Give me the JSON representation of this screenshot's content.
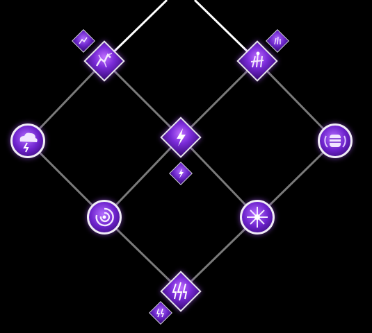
{
  "skill_tree": {
    "accent_color": "#8a3cf0",
    "link_color_active": "#ffffff",
    "link_color_inactive": "#777777",
    "nodes": [
      {
        "id": "storm-rift",
        "shape": "diamond",
        "icon": "branching-lightning-icon"
      },
      {
        "id": "shard-burst",
        "shape": "diamond",
        "icon": "spark-burst-icon"
      },
      {
        "id": "thunder-cloud",
        "shape": "circle",
        "icon": "storm-cloud-icon"
      },
      {
        "id": "static-strike",
        "shape": "diamond",
        "icon": "lightning-bolt-icon"
      },
      {
        "id": "clenched-power",
        "shape": "circle",
        "icon": "fist-icon"
      },
      {
        "id": "spiral-charge",
        "shape": "circle",
        "icon": "spiral-icon"
      },
      {
        "id": "electro-nova",
        "shape": "circle",
        "icon": "shockwave-icon"
      },
      {
        "id": "tempest-core",
        "shape": "diamond",
        "icon": "bolt-cluster-icon"
      }
    ],
    "modifiers": [
      {
        "id": "storm-rift-mod",
        "icon": "branching-lightning-icon"
      },
      {
        "id": "shard-burst-mod",
        "icon": "spark-burst-icon"
      },
      {
        "id": "static-strike-mod",
        "icon": "lightning-bolt-icon"
      },
      {
        "id": "tempest-core-mod",
        "icon": "bolt-cluster-icon"
      }
    ]
  }
}
